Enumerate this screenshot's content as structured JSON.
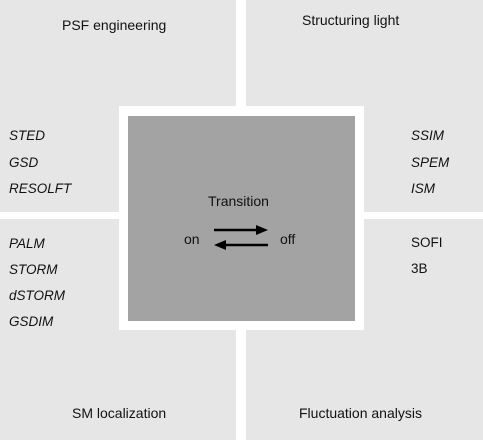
{
  "quadrants": {
    "top_left": {
      "title": "PSF engineering",
      "items": [
        "STED",
        "GSD",
        "RESOLFT"
      ]
    },
    "top_right": {
      "title": "Structuring light",
      "items": [
        "SSIM",
        "SPEM",
        "ISM"
      ]
    },
    "bottom_left": {
      "title": "SM localization",
      "items": [
        "PALM",
        "STORM",
        "dSTORM",
        "GSDIM"
      ]
    },
    "bottom_right": {
      "title": "Fluctuation analysis",
      "items": [
        "SOFI",
        "3B"
      ]
    }
  },
  "center": {
    "title": "Transition",
    "left_label": "on",
    "right_label": "off"
  },
  "colors": {
    "quadrant_bg": "#e6e6e6",
    "center_box": "#a3a3a3",
    "arrow": "#000000"
  }
}
